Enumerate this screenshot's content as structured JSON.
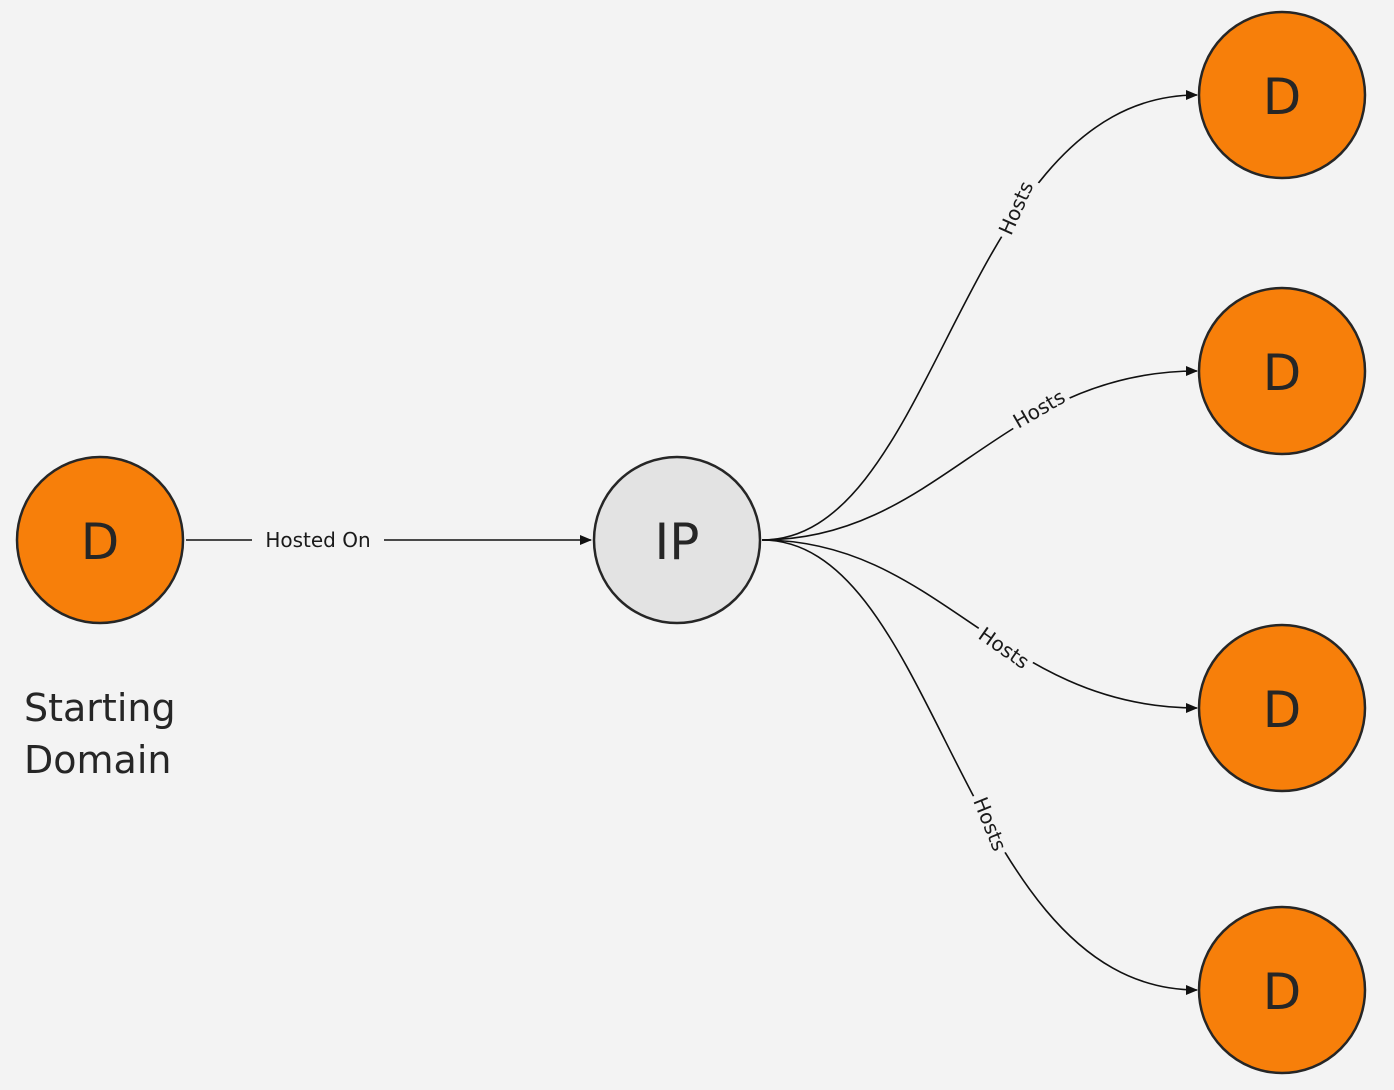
{
  "nodes": {
    "start": {
      "label": "D",
      "caption": [
        "Starting",
        "Domain"
      ]
    },
    "ip": {
      "label": "IP"
    },
    "targets": [
      {
        "label": "D"
      },
      {
        "label": "D"
      },
      {
        "label": "D"
      },
      {
        "label": "D"
      }
    ]
  },
  "edges": {
    "hosted_on": {
      "label": "Hosted On"
    },
    "hosts": [
      {
        "label": "Hosts"
      },
      {
        "label": "Hosts"
      },
      {
        "label": "Hosts"
      },
      {
        "label": "Hosts"
      }
    ]
  },
  "colors": {
    "domain_fill": "#f77f0a",
    "ip_fill": "#e3e3e3",
    "stroke": "#262626",
    "background": "#f3f3f3"
  }
}
